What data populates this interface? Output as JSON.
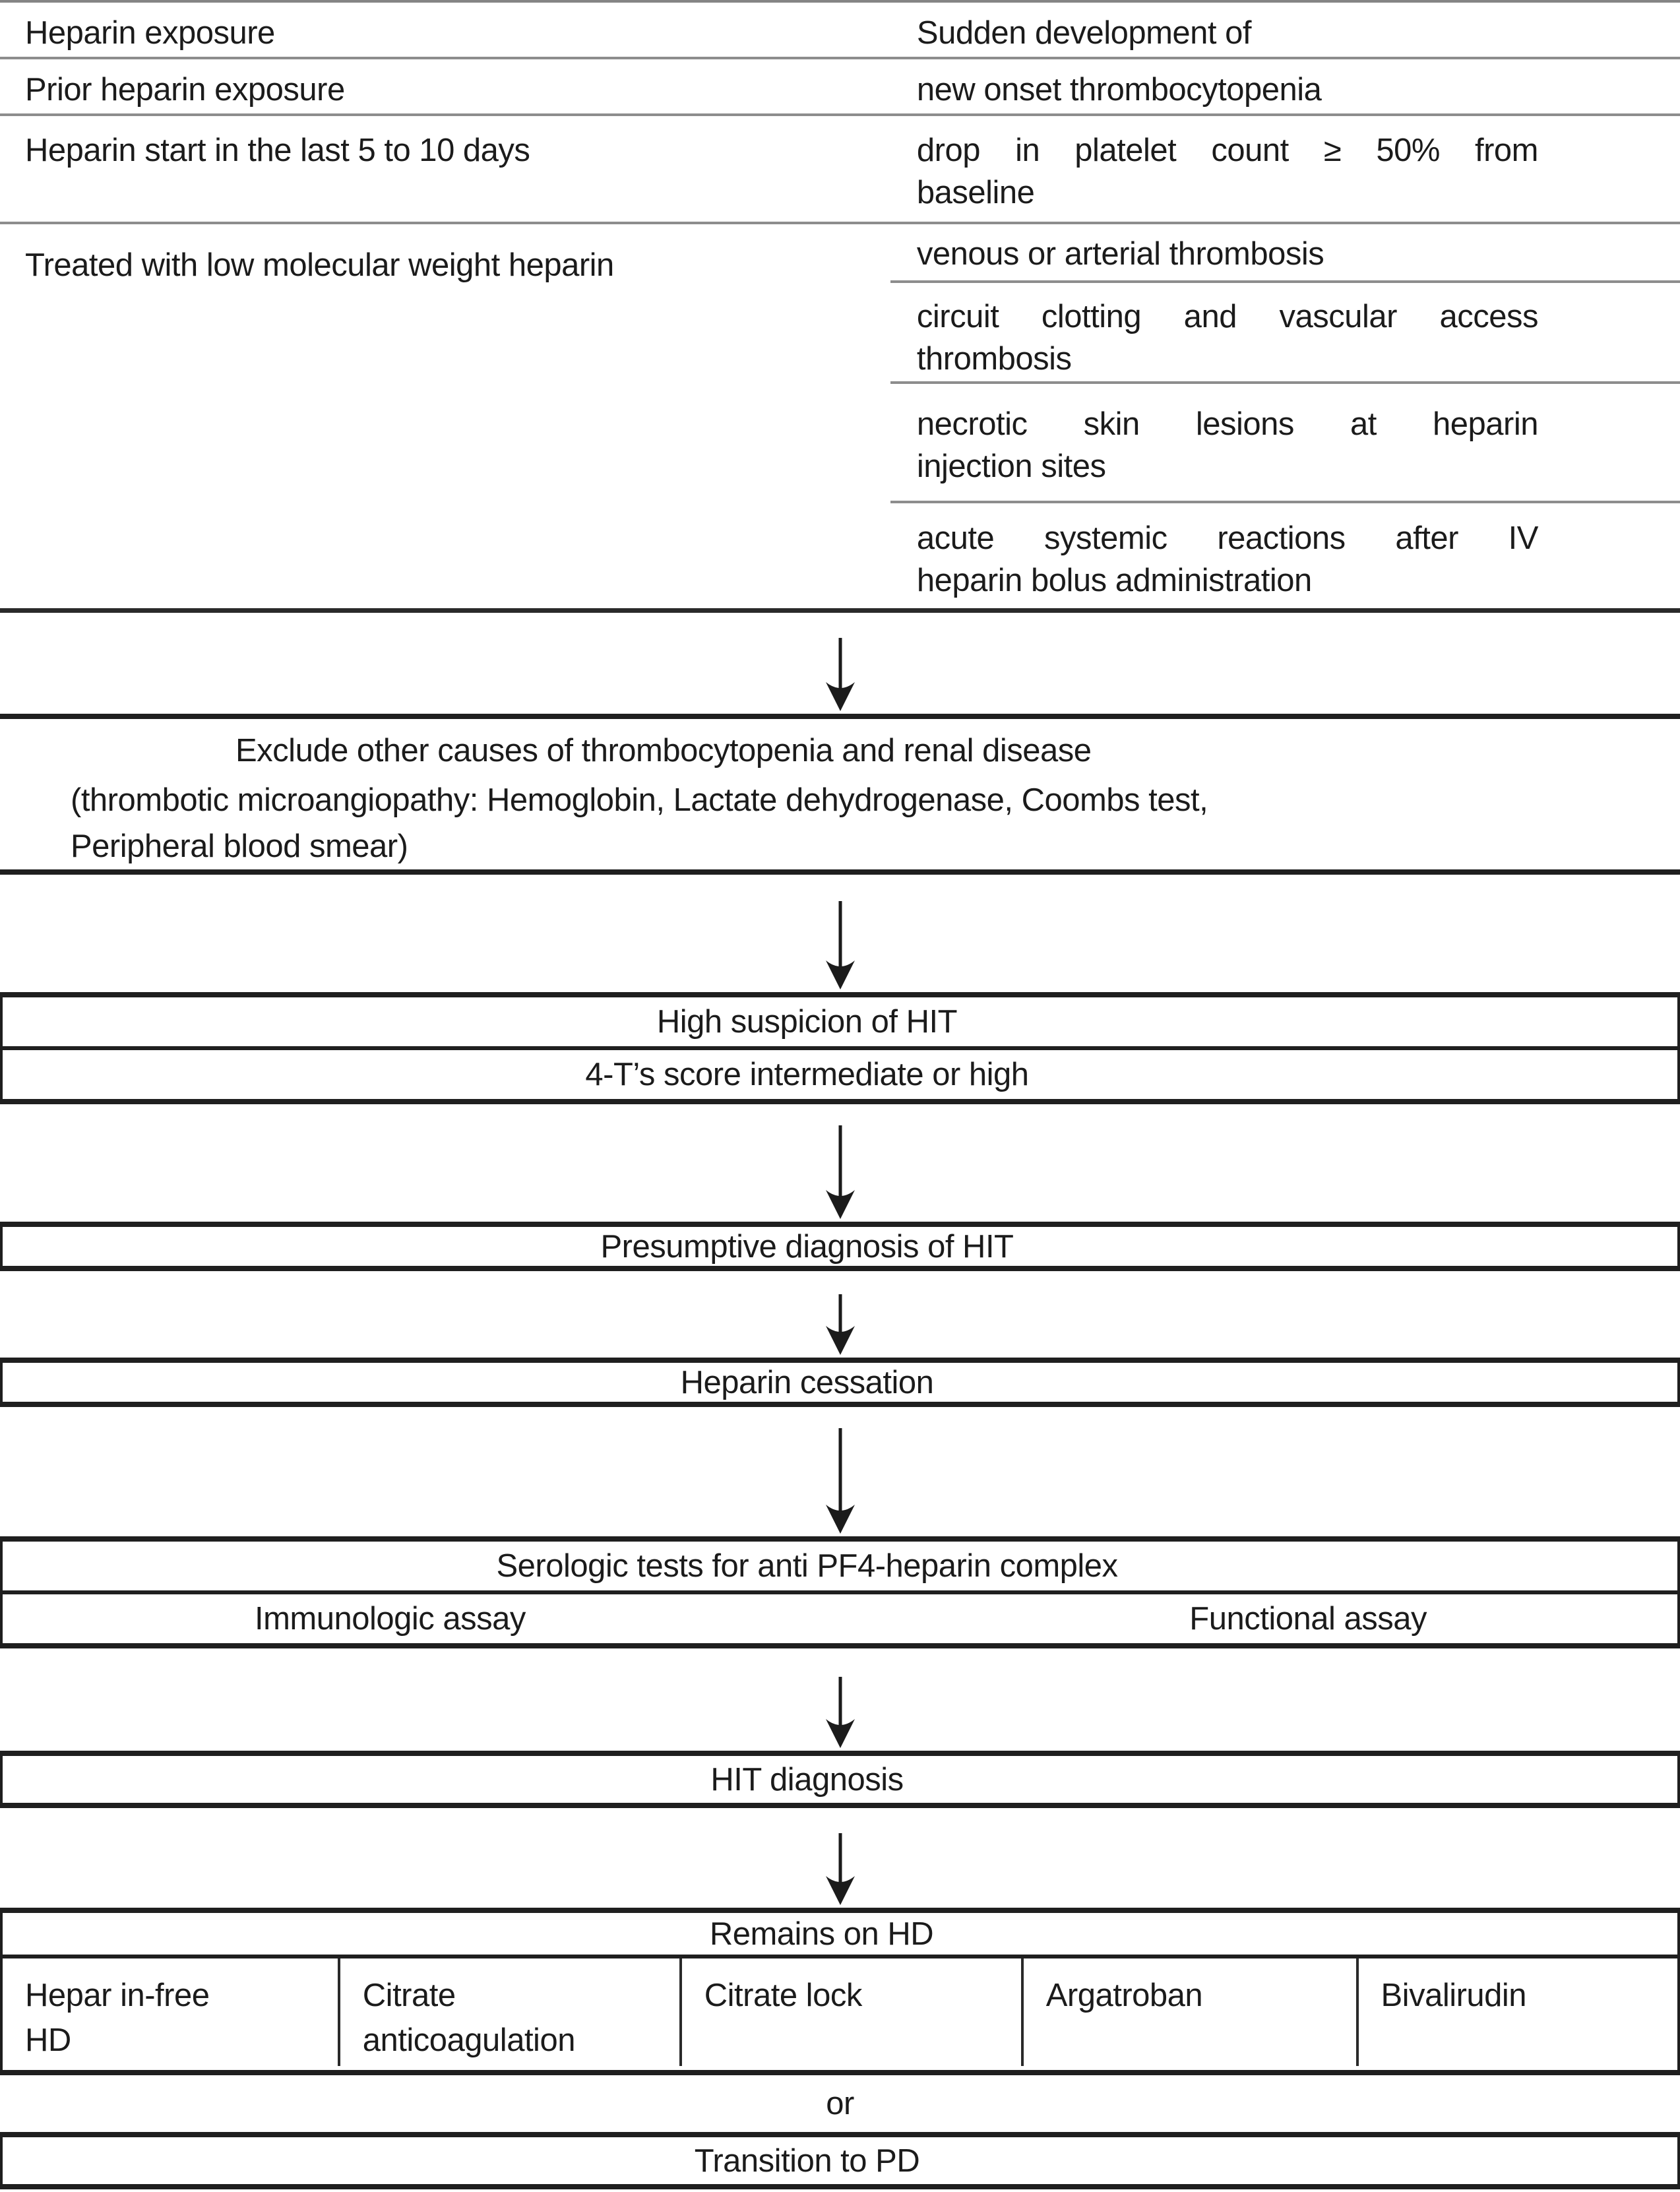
{
  "colors": {
    "text": "#1b1b1b",
    "thin_line": "#8d8d8d",
    "thick_line": "#1f1f1f",
    "background": "#ffffff"
  },
  "top_table": {
    "col_left": {
      "header": "Heparin exposure",
      "row2": "Prior heparin exposure",
      "row3": "Heparin start in the last 5 to 10 days",
      "row4": "Treated with low molecular weight heparin"
    },
    "col_right": {
      "header": "Sudden development of",
      "row2": "new onset thrombocytopenia",
      "row3_line1": "drop in platelet count ≥ 50% from",
      "row3_line2": "baseline",
      "row4a": "venous or arterial thrombosis",
      "row4b_line1": "circuit clotting and vascular access",
      "row4b_line2": "thrombosis",
      "row4c_line1": "necrotic skin lesions at heparin",
      "row4c_line2": "injection sites",
      "row4d_line1": "acute systemic reactions after IV",
      "row4d_line2": "heparin bolus administration"
    }
  },
  "exclude_section": {
    "title": "Exclude other causes of thrombocytopenia and renal disease",
    "note_line1": "(thrombotic microangiopathy: Hemoglobin, Lactate dehydrogenase, Coombs test,",
    "note_line2": "Peripheral blood smear)"
  },
  "flow": {
    "high_suspicion": "High suspicion of HIT",
    "four_ts": "4-T’s score intermediate or high",
    "presumptive": "Presumptive diagnosis of HIT",
    "heparin_cessation": "Heparin cessation",
    "serologic_title": "Serologic tests for anti PF4-heparin complex",
    "immunologic": "Immunologic assay",
    "functional": "Functional assay",
    "hit_diagnosis": "HIT diagnosis"
  },
  "hd_table": {
    "header": "Remains on HD",
    "cells": [
      "Hepar in-free\nHD",
      "Citrate\nanticoagulation",
      "Citrate lock",
      "Argatroban",
      "Bivalirudin"
    ]
  },
  "or_label": "or",
  "transition": "Transition to PD"
}
